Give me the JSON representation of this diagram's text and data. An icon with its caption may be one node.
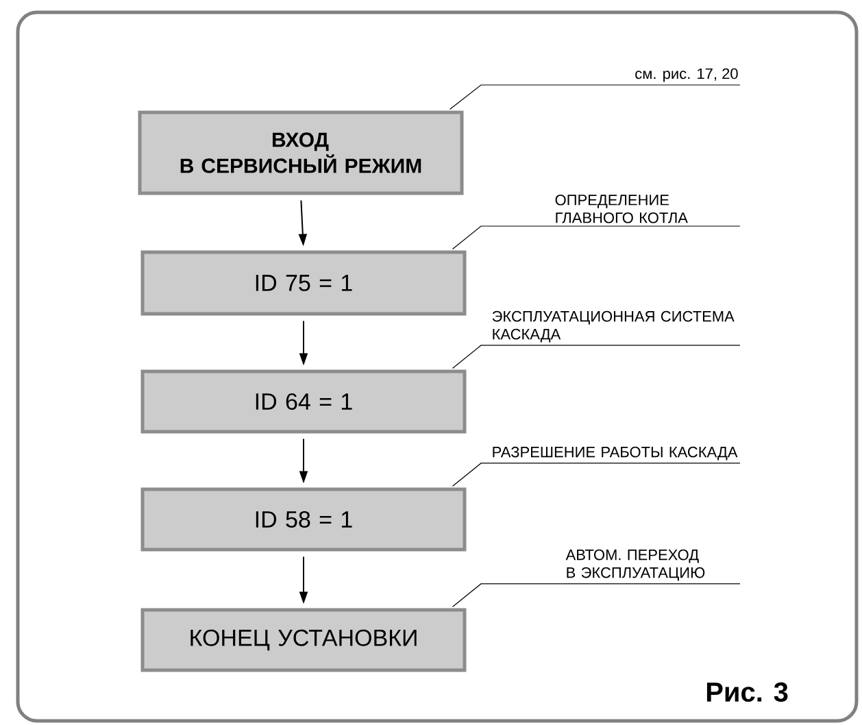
{
  "diagram": {
    "caption": "Рис. 3",
    "nodes": [
      {
        "text": [
          "ВХОД В СЕРВИСНЫЙ РЕЖИМ"
        ]
      },
      {
        "text": [
          "ID 75 = 1"
        ]
      },
      {
        "text": [
          "ID 64 = 1"
        ]
      },
      {
        "text": [
          "ID 58 = 1"
        ]
      },
      {
        "text": [
          "КОНЕЦ УСТАНОВКИ"
        ]
      },
      {
        "text": [
          "см. рис. 17, 20"
        ]
      },
      {
        "text": [
          "ОПРЕДЕЛЕНИЕ ГЛАВНОГО КОТЛА"
        ]
      },
      {
        "text": [
          "ЭКСПЛУАТАЦИОННАЯ СИСТЕМА КАСКАДА"
        ]
      },
      {
        "text": [
          "РАЗРЕШЕНИЕ РАБОТЫ КАСКАДА"
        ]
      },
      {
        "text": [
          "АВТОМ. ПЕРЕХОД В ЭКСПЛУАТАЦИЮ"
        ]
      }
    ],
    "edges": [
      {
        "from": 0,
        "to": 1,
        "arrow": "to"
      },
      {
        "from": 1,
        "to": 2,
        "arrow": "to"
      },
      {
        "from": 2,
        "to": 3,
        "arrow": "to"
      },
      {
        "from": 3,
        "to": 4,
        "arrow": "to"
      },
      {
        "from": 5,
        "to": 0,
        "arrow": "none"
      },
      {
        "from": 6,
        "to": 1,
        "arrow": "none"
      },
      {
        "from": 7,
        "to": 2,
        "arrow": "none"
      },
      {
        "from": 8,
        "to": 3,
        "arrow": "none"
      },
      {
        "from": 9,
        "to": 4,
        "arrow": "none"
      }
    ]
  }
}
